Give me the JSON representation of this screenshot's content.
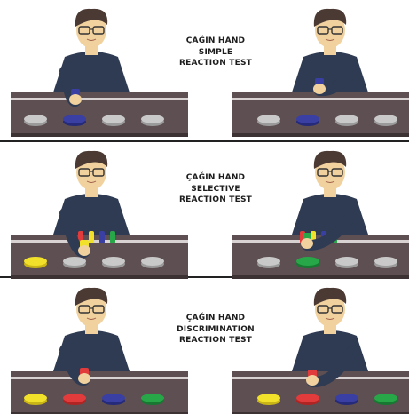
{
  "panels": [
    {
      "id": "simple",
      "caption": [
        "ÇAĞIN HAND",
        "SIMPLE",
        "REACTION TEST"
      ],
      "left_pads": [
        "gray",
        "blue",
        "gray",
        "gray"
      ],
      "right_pads": [
        "gray",
        "blue",
        "gray",
        "gray"
      ],
      "left_hand_item": "blue",
      "right_hand_item": "blue"
    },
    {
      "id": "selective",
      "caption": [
        "ÇAĞIN HAND",
        "SELECTIVE",
        "REACTION TEST"
      ],
      "left_pads": [
        "yellow",
        "gray",
        "gray",
        "gray"
      ],
      "right_pads": [
        "gray",
        "green",
        "gray",
        "gray"
      ],
      "left_hand_item": "yellow",
      "right_hand_item": "green",
      "left_pegs": [
        "red",
        "yellow",
        "blue",
        "green"
      ],
      "right_pegs": [
        "red",
        "yellow",
        "blue",
        "green"
      ]
    },
    {
      "id": "discrimination",
      "caption": [
        "ÇAĞIN HAND",
        "DISCRIMINATION",
        "REACTION TEST"
      ],
      "left_pads": [
        "yellow",
        "red",
        "blue",
        "green"
      ],
      "right_pads": [
        "yellow",
        "red",
        "blue",
        "green"
      ],
      "left_hand_item": "red",
      "right_hand_item": "red"
    }
  ],
  "colors": {
    "gray": "#c9c9c9",
    "blue": "#3a3fa3",
    "yellow": "#f2e12a",
    "red": "#e23b3b",
    "green": "#27a748",
    "table": "#5e4f52",
    "shirt": "#2f3b52",
    "skin": "#f1d29f",
    "hair": "#4b3a33",
    "divider": "#222222"
  }
}
